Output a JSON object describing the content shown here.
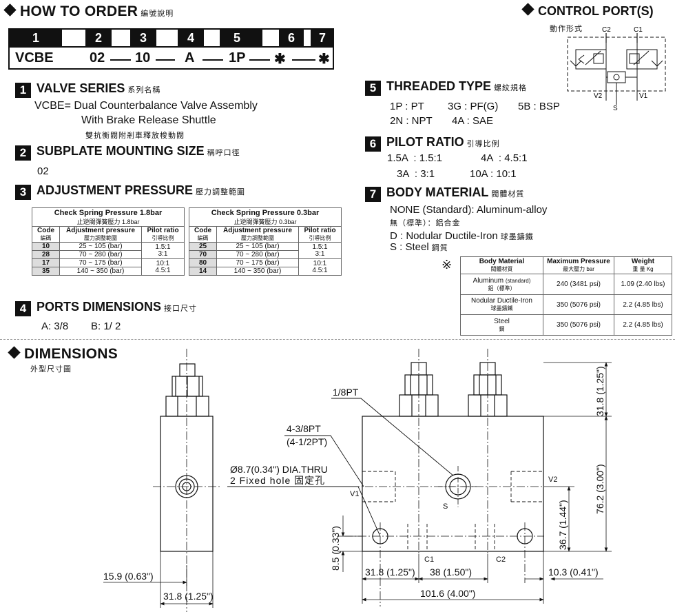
{
  "how_to_order": {
    "title": "HOW TO  ORDER",
    "title_zh": "編號說明",
    "positions": [
      "1",
      "2",
      "3",
      "4",
      "5",
      "6",
      "7"
    ],
    "code": [
      "VCBE",
      "02",
      "10",
      "A",
      "1P",
      "✱",
      "✱"
    ]
  },
  "control_ports": {
    "title": "CONTROL PORT(S)",
    "subtitle_zh": "動作形式",
    "labels": {
      "c2": "C2",
      "c1": "C1",
      "v2": "V2",
      "v1": "V1",
      "s": "S"
    }
  },
  "sections": {
    "s1": {
      "num": "1",
      "title": "VALVE SERIES",
      "title_zh": "系列名稱",
      "line1": "VCBE= Dual Counterbalance Valve Assembly",
      "line2": "With Brake Release Shuttle",
      "line_zh": "雙抗衡閥附剎車釋放梭動閥"
    },
    "s2": {
      "num": "2",
      "title": "SUBPLATE MOUNTING SIZE",
      "title_zh": "稱呼口徑",
      "value": "02"
    },
    "s3": {
      "num": "3",
      "title": "ADJUSTMENT PRESSURE",
      "title_zh": "壓力調整範圍"
    },
    "s4": {
      "num": "4",
      "title": "PORTS DIMENSIONS",
      "title_zh": "接口尺寸",
      "a": "A: 3/8",
      "b": "B: 1/ 2"
    },
    "s5": {
      "num": "5",
      "title": "THREADED TYPE",
      "title_zh": "螺紋規格",
      "r1": [
        "1P : PT",
        "3G : PF(G)",
        "5B : BSP"
      ],
      "r2": [
        "2N : NPT",
        "4A : SAE"
      ]
    },
    "s6": {
      "num": "6",
      "title": "PILOT RATIO",
      "title_zh": "引導比例",
      "r1": [
        "1.5A  : 1.5:1",
        "4A  : 4.5:1"
      ],
      "r2": [
        "3A  : 3:1",
        "10A : 10:1"
      ]
    },
    "s7": {
      "num": "7",
      "title": "BODY MATERIAL",
      "title_zh": "閥體材質",
      "none": "NONE (Standard): Aluminum-alloy",
      "none_zh": "無（標準）：鋁合金",
      "d": "D : Nodular Ductile-Iron",
      "d_zh": "球墨鑄鐵",
      "s": "S : Steel",
      "s_zh": "鋼質",
      "note_mark": "※"
    }
  },
  "pressure_table_1": {
    "title": "Check Spring Pressure  1.8bar",
    "title_zh": "止逆閥彈簧壓力 1.8bar",
    "h_code": "Code",
    "h_code_zh": "編碼",
    "h_adj": "Adjustment pressure",
    "h_adj_zh": "壓力調整範圍",
    "h_pilot": "Pilot ratio",
    "h_pilot_zh": "引導比例",
    "rows": [
      {
        "code": "10",
        "range": "25 ~ 105 (bar)"
      },
      {
        "code": "28",
        "range": "70 ~ 280 (bar)"
      },
      {
        "code": "17",
        "range": "70 ~ 175 (bar)"
      },
      {
        "code": "35",
        "range": "140 ~ 350 (bar)"
      }
    ],
    "pilot1": "1.5:1",
    "pilot2": "3:1",
    "pilot3": "10:1",
    "pilot4": "4.5:1"
  },
  "pressure_table_2": {
    "title": "Check Spring Pressure  0.3bar",
    "title_zh": "止逆閥彈簧壓力 0.3bar",
    "h_code": "Code",
    "h_code_zh": "編碼",
    "h_adj": "Adjustment pressure",
    "h_adj_zh": "壓力調整範圍",
    "h_pilot": "Pilot ratio",
    "h_pilot_zh": "引導比例",
    "rows": [
      {
        "code": "25",
        "range": "25 ~ 105 (bar)"
      },
      {
        "code": "70",
        "range": "70 ~ 280 (bar)"
      },
      {
        "code": "80",
        "range": "70 ~ 175 (bar)"
      },
      {
        "code": "14",
        "range": "140 ~ 350 (bar)"
      }
    ],
    "pilot1": "1.5:1",
    "pilot2": "3:1",
    "pilot3": "10:1",
    "pilot4": "4.5:1"
  },
  "material_table": {
    "h_mat": "Body Material",
    "h_mat_zh": "閥體材質",
    "h_press": "Maximum Pressure",
    "h_press_zh": "最大壓力  bar",
    "h_weight": "Weight",
    "h_weight_zh": "重 量  Kg",
    "rows": [
      {
        "mat": "Aluminum",
        "mat_extra": "(standard)",
        "mat_zh": "鋁（標準）",
        "press": "240 (3481 psi)",
        "weight": "1.09 (2.40 lbs)"
      },
      {
        "mat": "Nodular Ductile-Iron",
        "mat_extra": "",
        "mat_zh": "球墨鑄鐵",
        "press": "350 (5076 psi)",
        "weight": "2.2 (4.85 lbs)"
      },
      {
        "mat": "Steel",
        "mat_extra": "",
        "mat_zh": "鋼",
        "press": "350 (5076 psi)",
        "weight": "2.2 (4.85 lbs)"
      }
    ]
  },
  "dimensions": {
    "title": "DIMENSIONS",
    "title_zh": "外型尺寸圖",
    "labels": {
      "pt18": "1/8PT",
      "pt38": "4-3/8PT",
      "pt12": "(4-1/2PT)",
      "dia": "Ø8.7(0.34\") DIA.THRU",
      "fixed": "2 Fixed hole 固定孔",
      "v1": "V1",
      "v2": "V2",
      "s": "S",
      "c1": "C1",
      "c2": "C2",
      "d_159": "15.9 (0.63\")",
      "d_318a": "31.8 (1.25\")",
      "d_318b": "31.8 (1.25\")",
      "d_38": "38 (1.50\")",
      "d_103": "10.3 (0.41\")",
      "d_1016": "101.6 (4.00\")",
      "d_85": "8.5 (0.33\")",
      "d_367": "36.7 (1.44\")",
      "d_762": "76.2 (3.00\")",
      "d_318c": "31.8 (1.25\")"
    }
  }
}
